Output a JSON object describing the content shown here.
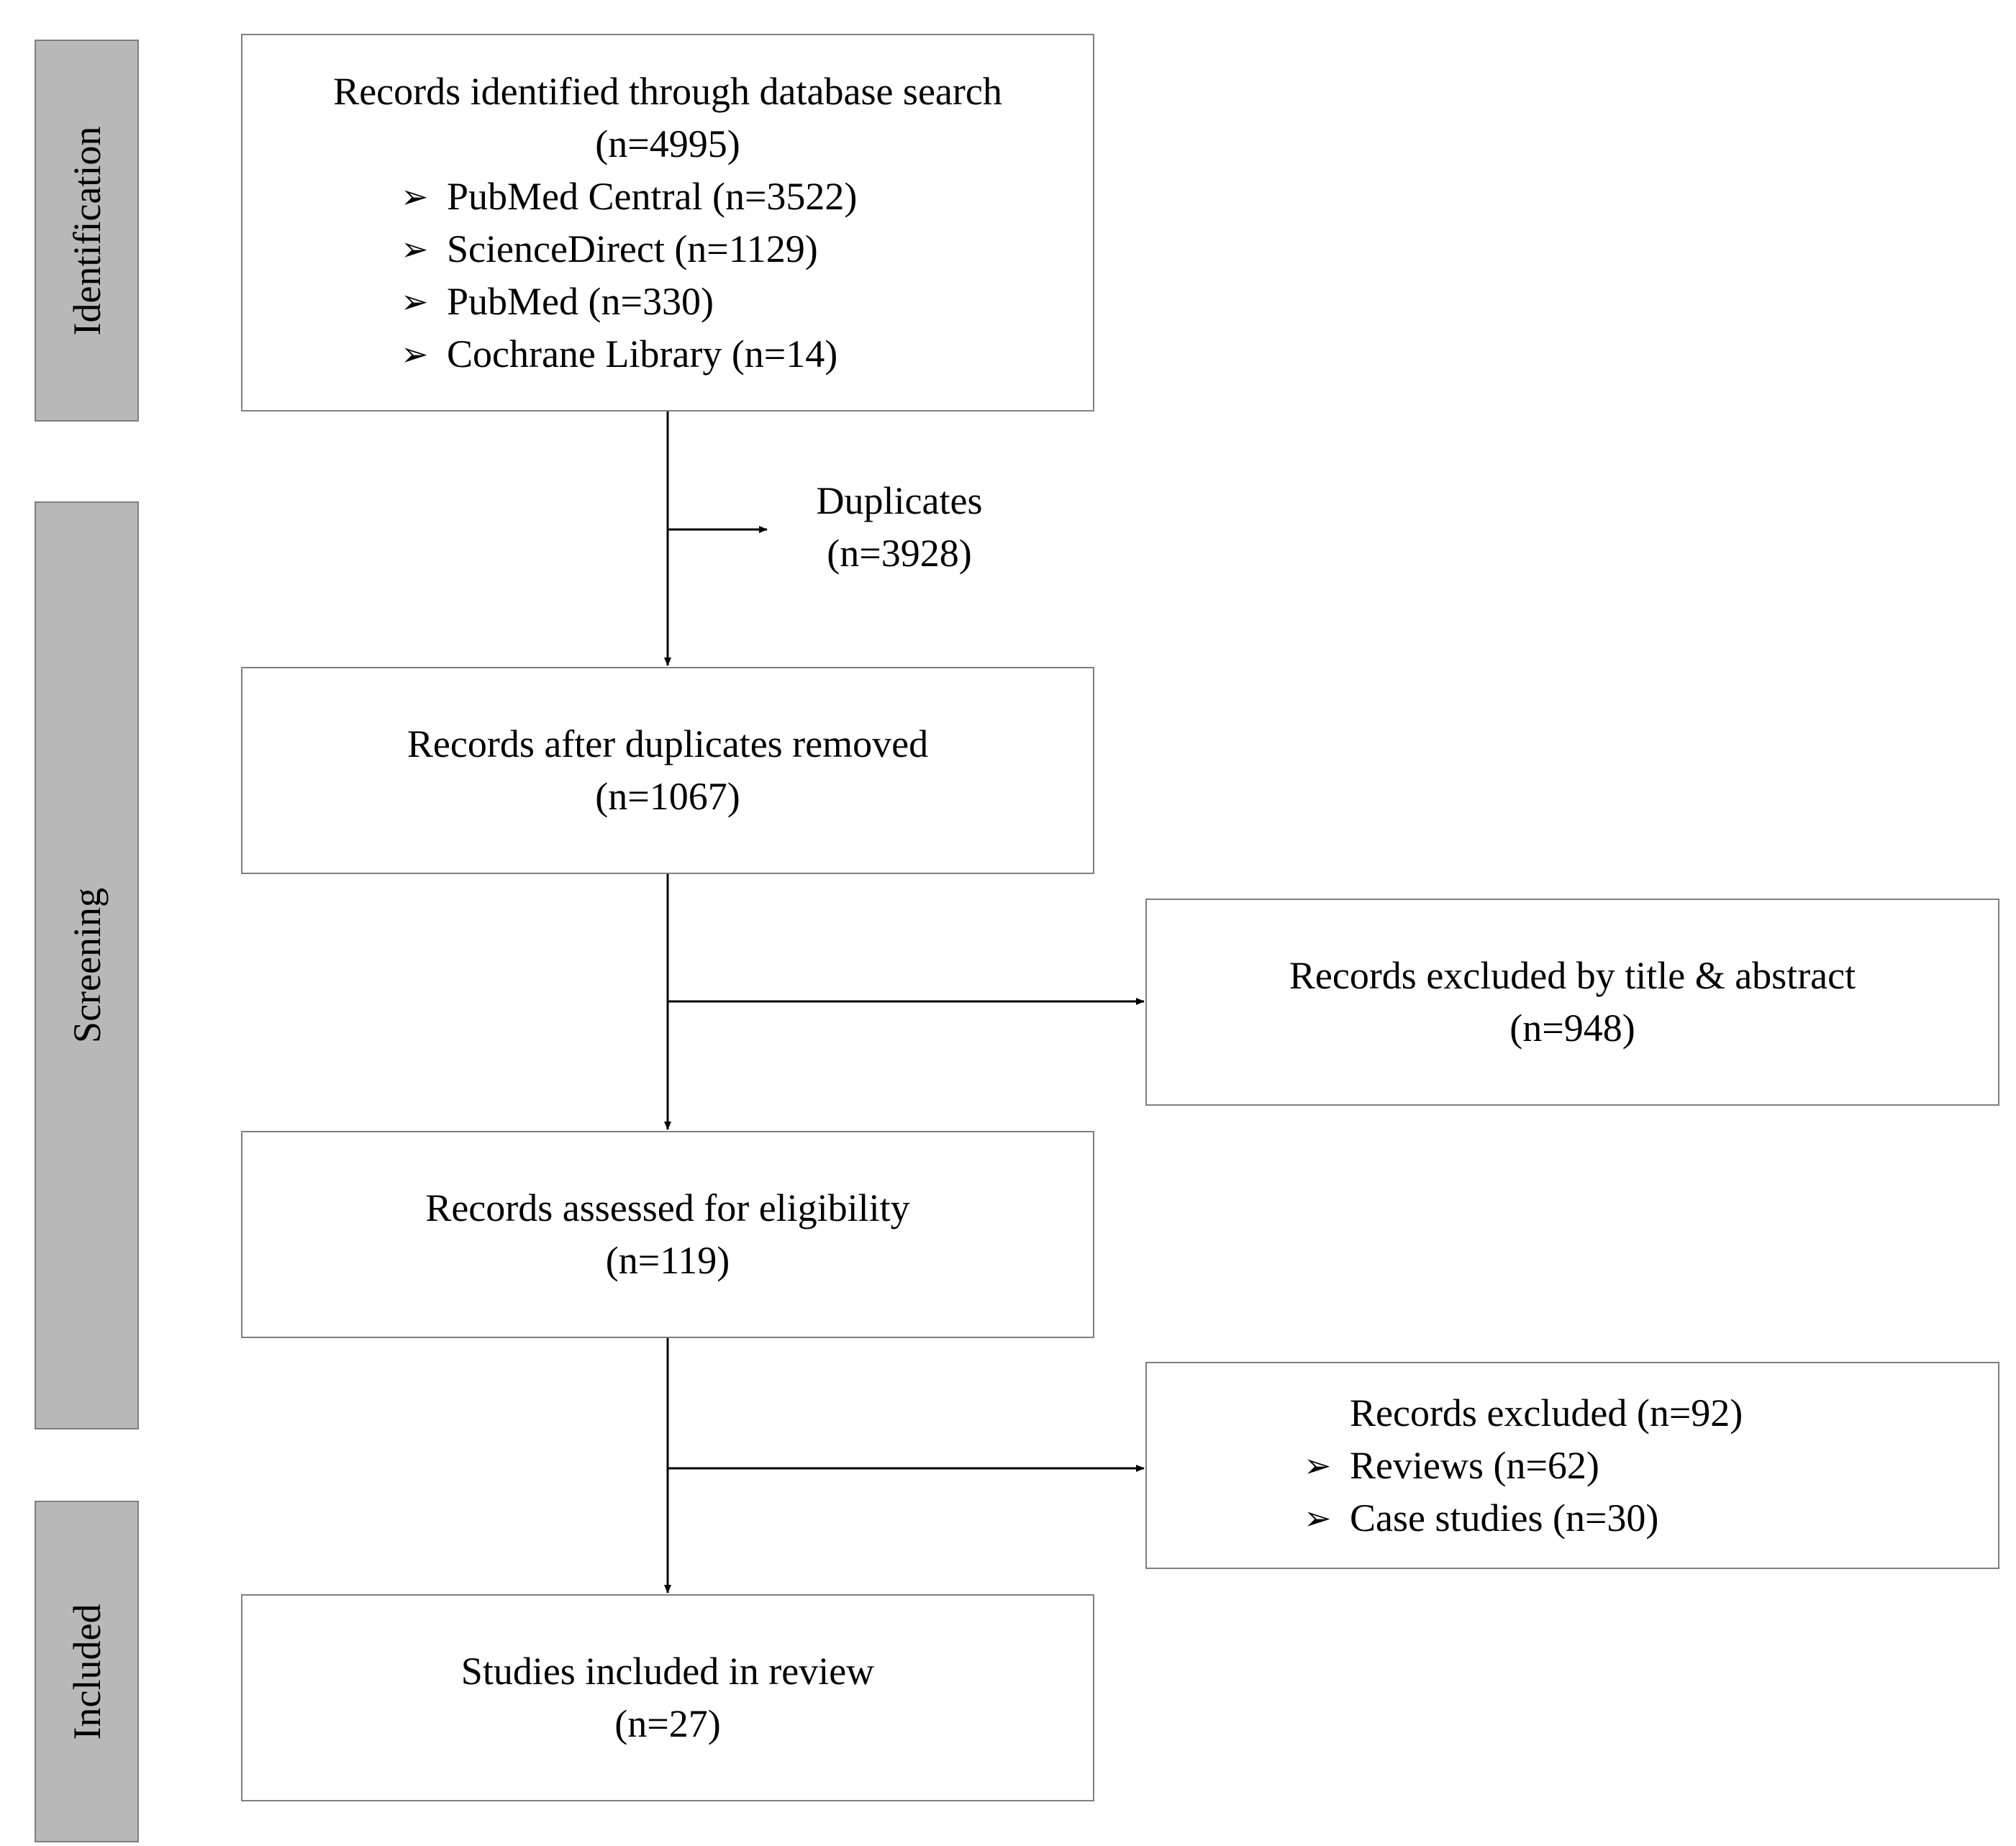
{
  "phases": {
    "identification": "Identification",
    "screening": "Screening",
    "included": "Included"
  },
  "identified": {
    "title": "Records identified through database search",
    "count": "(n=4995)",
    "sources": [
      "PubMed Central (n=3522)",
      "ScienceDirect (n=1129)",
      "PubMed (n=330)",
      "Cochrane Library (n=14)"
    ]
  },
  "duplicates": {
    "label": "Duplicates",
    "count": "(n=3928)"
  },
  "after_duplicates": {
    "title": "Records after duplicates removed",
    "count": "(n=1067)"
  },
  "excluded_title_abstract": {
    "title": "Records excluded by title & abstract",
    "count": "(n=948)"
  },
  "assessed": {
    "title": "Records assessed for eligibility",
    "count": "(n=119)"
  },
  "excluded_records": {
    "title": "Records excluded (n=92)",
    "reasons": [
      "Reviews (n=62)",
      "Case studies (n=30)"
    ]
  },
  "included_studies": {
    "title": "Studies included in review",
    "count": "(n=27)"
  },
  "bullet_glyph": "➢",
  "colors": {
    "phase_fill": "#b8b8b8",
    "border": "#7f7f7f",
    "arrow": "#000000"
  }
}
